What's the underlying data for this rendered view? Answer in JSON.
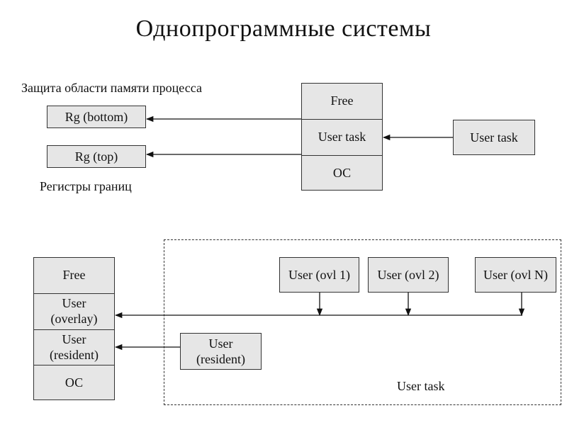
{
  "title": "Однопрограммные системы",
  "top": {
    "protection_label": "Защита области памяти процесса",
    "registers_label": "Регистры границ",
    "rg_bottom": "Rg (bottom)",
    "rg_top": "Rg (top)",
    "memory": [
      "Free",
      "User task",
      "ОС"
    ],
    "user_task": "User task"
  },
  "bottom": {
    "memory": [
      "Free",
      "User\n(overlay)",
      "User\n(resident)",
      "ОС"
    ],
    "resident": "User\n(resident)",
    "overlays": [
      "User (ovl 1)",
      "User (ovl 2)",
      "User (ovl N)"
    ],
    "user_task_label": "User task"
  }
}
